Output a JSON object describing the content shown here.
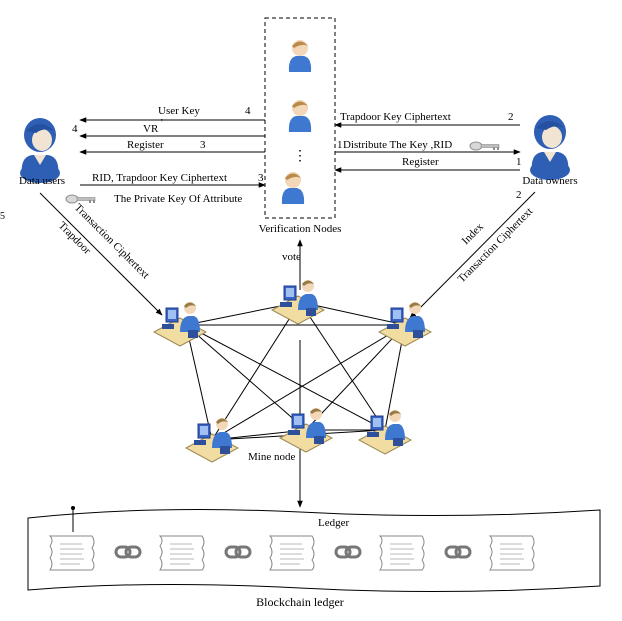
{
  "nodes": {
    "data_users": "Data users",
    "data_owners": "Data owners",
    "verification": "Verification Nodes",
    "mine": "Mine node",
    "vote": "vote",
    "ellipsis": "⋮"
  },
  "arrows_left": {
    "user_key": "User Key",
    "user_key_num": "4",
    "vr": "VR",
    "vr_sup": "'",
    "vr_num": "4",
    "register": "Register",
    "register_num": "3",
    "rid": "RID, Trapdoor Key Ciphertext",
    "rid_num": "3",
    "private_key": "The Private Key Of Attribute"
  },
  "arrows_right": {
    "trapdoor_key": "Trapdoor Key Ciphertext",
    "trapdoor_num": "2",
    "distribute": "Distribute  The Key ,RID",
    "distribute_num": "1",
    "register": "Register",
    "register_num": "1"
  },
  "diagonals": {
    "left_a": "Transaction Ciphertext",
    "left_b": "Trapdoor",
    "right_a": "Index",
    "right_b": "Transaction Ciphertext",
    "right_num": "2"
  },
  "ledger": {
    "label": "Ledger",
    "caption": "Blockchain ledger"
  },
  "fragments": {
    "left_edge": "5"
  },
  "colors": {
    "person_blue": "#2f5fb5",
    "person_skin": "#f1e4d2",
    "desk": "#f1dca2",
    "pc": "#3a63c4"
  }
}
